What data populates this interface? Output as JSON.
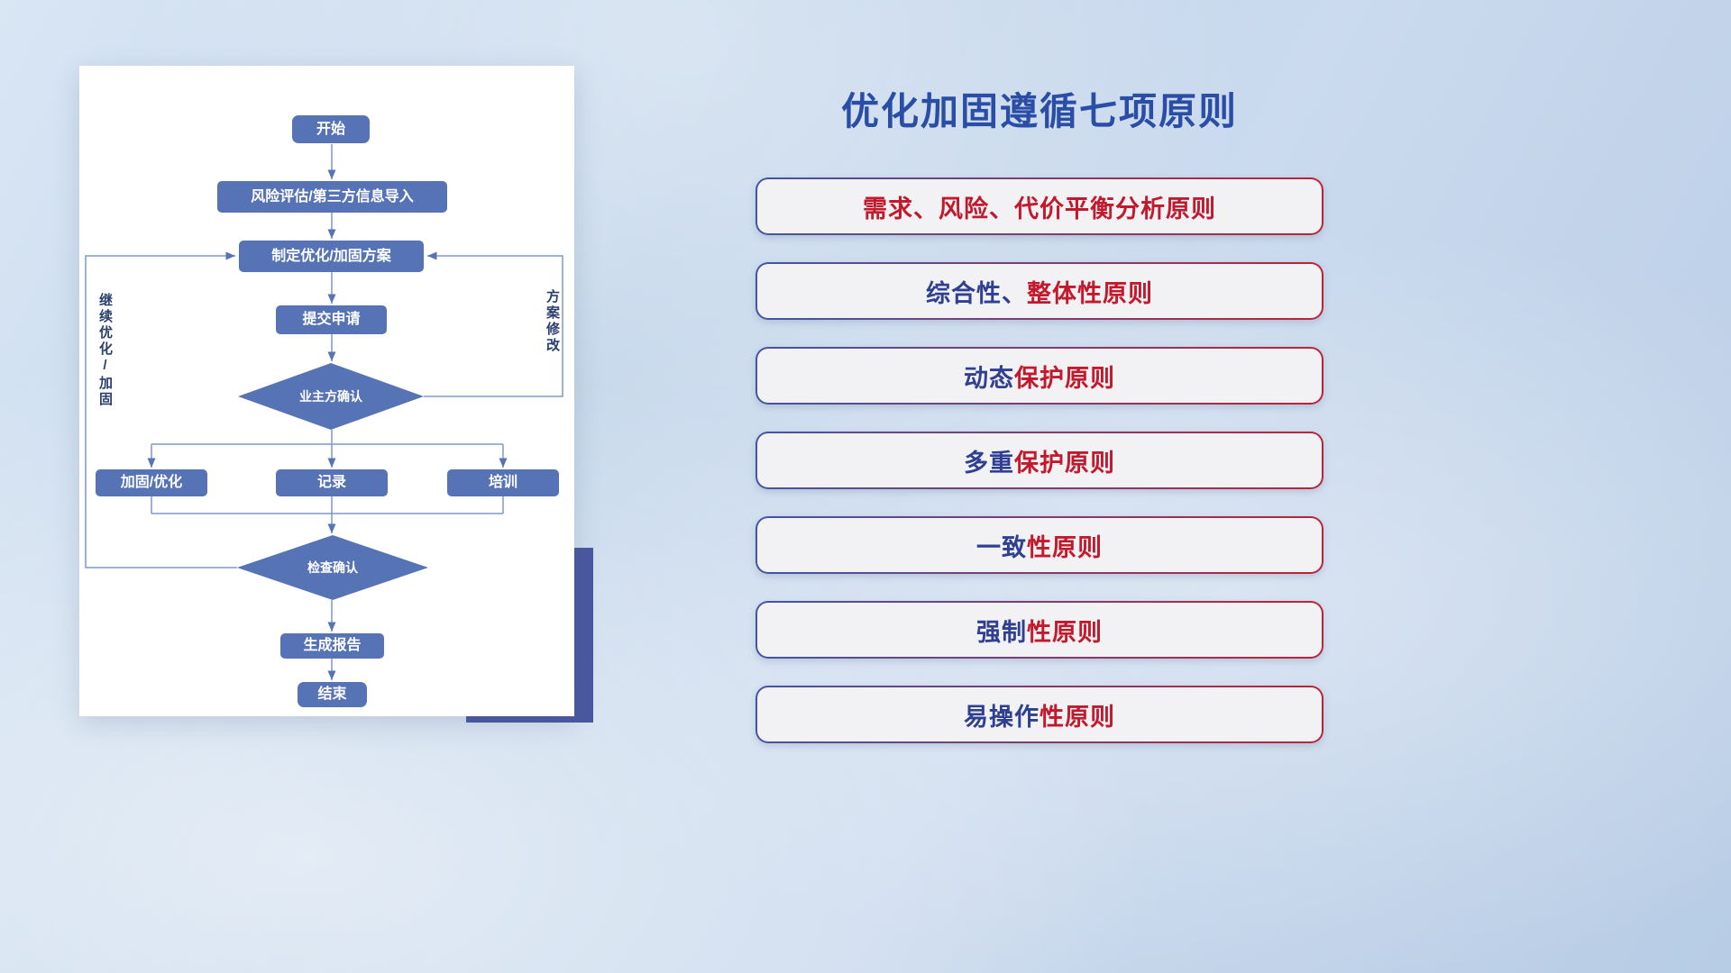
{
  "colors": {
    "red": "#c2192d",
    "blue": "#2f3f92",
    "node_fill": "#5673b5",
    "line": "#7e98cc",
    "title": "#2a4da6",
    "border_blue": "#4156a3",
    "border_red": "#bb2438",
    "navy_accent": "#4a58a0"
  },
  "flowchart": {
    "nodes": {
      "start": "开始",
      "risk_import": "风险评估/第三方信息导入",
      "make_plan": "制定优化/加固方案",
      "submit": "提交申请",
      "owner_confirm": "业主方确认",
      "reinforce": "加固/优化",
      "record": "记录",
      "training": "培训",
      "check_confirm": "检查确认",
      "report": "生成报告",
      "end": "结束"
    },
    "loop_labels": {
      "left": "继续优化/加固",
      "right": "方案修改"
    }
  },
  "panel": {
    "title": "优化加固遵循七项原则",
    "principles": [
      {
        "parts": [
          {
            "text": "需求、风险、代价平衡分析原则",
            "color": "red"
          }
        ]
      },
      {
        "parts": [
          {
            "text": "综合性、",
            "color": "blue"
          },
          {
            "text": "整体性原则",
            "color": "red"
          }
        ]
      },
      {
        "parts": [
          {
            "text": "动态",
            "color": "blue"
          },
          {
            "text": "保护原则",
            "color": "red"
          }
        ]
      },
      {
        "parts": [
          {
            "text": "多重",
            "color": "blue"
          },
          {
            "text": "保护原则",
            "color": "red"
          }
        ]
      },
      {
        "parts": [
          {
            "text": "一致",
            "color": "blue"
          },
          {
            "text": "性原则",
            "color": "red"
          }
        ]
      },
      {
        "parts": [
          {
            "text": "强制",
            "color": "blue"
          },
          {
            "text": "性原则",
            "color": "red"
          }
        ]
      },
      {
        "parts": [
          {
            "text": "易操作",
            "color": "blue"
          },
          {
            "text": "性原则",
            "color": "red"
          }
        ]
      }
    ]
  }
}
